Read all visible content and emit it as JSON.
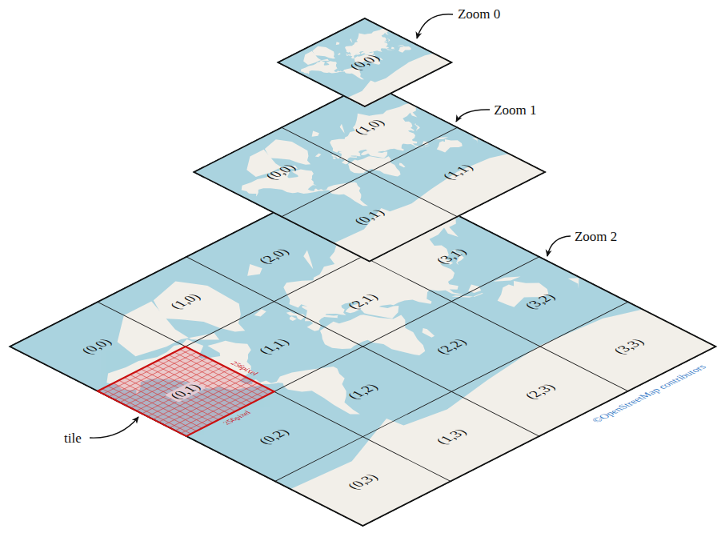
{
  "diagram": {
    "nodes": [
      {
        "text": [
          "Zoom 0"
        ]
      },
      {
        "text": [
          "(0,0)"
        ],
        "in": 0
      },
      {
        "text": [
          "Zoom 1"
        ]
      },
      {
        "text": [
          "(0,0)"
        ],
        "in": 2
      },
      {
        "text": [
          "(1,0)"
        ],
        "in": 2
      },
      {
        "text": [
          "(0,1)"
        ],
        "in": 2
      },
      {
        "text": [
          "(1,1)"
        ],
        "in": 2
      },
      {
        "text": [
          "Zoom 2"
        ]
      },
      {
        "text": [
          "(0,0)"
        ],
        "in": 7
      },
      {
        "text": [
          "(1,0)"
        ],
        "in": 7
      },
      {
        "text": [
          "(2,0)"
        ],
        "in": 7
      },
      {
        "text": [
          "(0,1)"
        ],
        "in": 7
      },
      {
        "text": [
          "(1,1)"
        ],
        "in": 7
      },
      {
        "text": [
          "(2,1)"
        ],
        "in": 7
      },
      {
        "text": [
          "(3,1)"
        ],
        "in": 7
      },
      {
        "text": [
          "(0,2)"
        ],
        "in": 7
      },
      {
        "text": [
          "(1,2)"
        ],
        "in": 7
      },
      {
        "text": [
          "(2,2)"
        ],
        "in": 7
      },
      {
        "text": [
          "(3,2)"
        ],
        "in": 7
      },
      {
        "text": [
          "(0,3)"
        ],
        "in": 7
      },
      {
        "text": [
          "(1,3)"
        ],
        "in": 7
      },
      {
        "text": [
          "(2,3)"
        ],
        "in": 7
      },
      {
        "text": [
          "(3,3)"
        ],
        "in": 7
      }
    ],
    "labels": [
      "tile",
      "256pixel",
      "256pixel",
      "©OpenStreetMap contributors"
    ]
  }
}
